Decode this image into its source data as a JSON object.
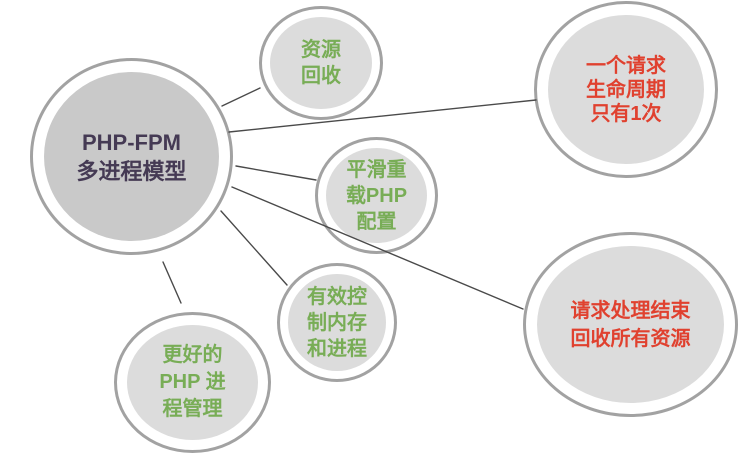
{
  "diagram": {
    "nodes": {
      "center": {
        "label": "PHP-FPM\n多进程模型",
        "color": "purple"
      },
      "resource": {
        "label": "资源\n回收",
        "color": "green"
      },
      "lifecycle": {
        "label": "一个请求\n生命周期\n只有1次",
        "color": "red"
      },
      "reload": {
        "label": "平滑重\n载PHP\n配置",
        "color": "green"
      },
      "memory": {
        "label": "有效控\n制内存\n和进程",
        "color": "green"
      },
      "better": {
        "label": "更好的\nPHP 进\n程管理",
        "color": "green"
      },
      "recycle": {
        "label": "请求处理结束\n回收所有资源",
        "color": "red"
      }
    }
  },
  "theme": {
    "green": "#78ad56",
    "red": "#e0412f",
    "purple": "#453a54",
    "line_color": "#4a4a4a",
    "circle_border": "#a2a2a2",
    "disc_fill": "#dcdcdc",
    "center_disc_fill": "#c9c9c9"
  }
}
